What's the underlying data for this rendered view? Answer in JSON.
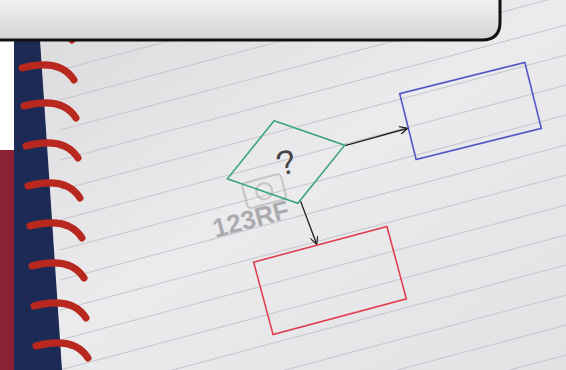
{
  "diagram": {
    "nodes": [
      {
        "text": [
          "?"
        ]
      },
      {
        "text": []
      },
      {
        "text": []
      }
    ],
    "edges": [
      {
        "from": 0,
        "to": 1,
        "arrow": "to"
      },
      {
        "from": 0,
        "to": 2,
        "arrow": "to"
      }
    ],
    "labels": [
      "123RF"
    ]
  }
}
